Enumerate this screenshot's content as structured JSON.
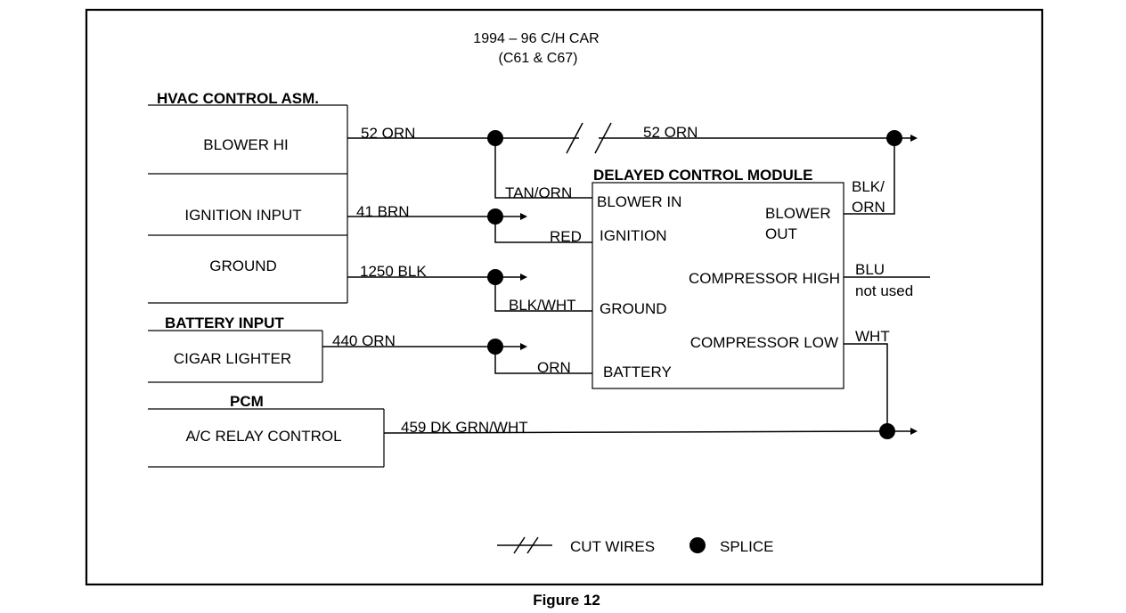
{
  "title": {
    "line1": "1994 – 96  C/H CAR",
    "line2": "(C61 & C67)"
  },
  "sections": {
    "hvac": "HVAC CONTROL ASM.",
    "battery": "BATTERY INPUT",
    "pcm": "PCM",
    "module": "DELAYED CONTROL MODULE"
  },
  "boxes": {
    "blower_hi": "BLOWER HI",
    "ignition_input": "IGNITION INPUT",
    "ground": "GROUND",
    "cigar_lighter": "CIGAR LIGHTER",
    "ac_relay": "A/C RELAY CONTROL"
  },
  "module_pins": {
    "blower_in": "BLOWER IN",
    "ignition": "IGNITION",
    "ground": "GROUND",
    "battery": "BATTERY",
    "blower_out_1": "BLOWER",
    "blower_out_2": "OUT",
    "comp_high": "COMPRESSOR HIGH",
    "comp_low": "COMPRESSOR LOW"
  },
  "wires": {
    "w52_left": "52 ORN",
    "w52_right": "52 ORN",
    "w41": "41 BRN",
    "w1250": "1250 BLK",
    "w440": "440 ORN",
    "w459": "459 DK GRN/WHT",
    "tan_orn": "TAN/ORN",
    "red": "RED",
    "blk_wht": "BLK/WHT",
    "orn": "ORN",
    "blk_orn_1": "BLK/",
    "blk_orn_2": "ORN",
    "blu": "BLU",
    "not_used": "not used",
    "wht": "WHT"
  },
  "legend": {
    "cut_wires": "CUT WIRES",
    "splice": "SPLICE"
  },
  "caption": "Figure 12"
}
